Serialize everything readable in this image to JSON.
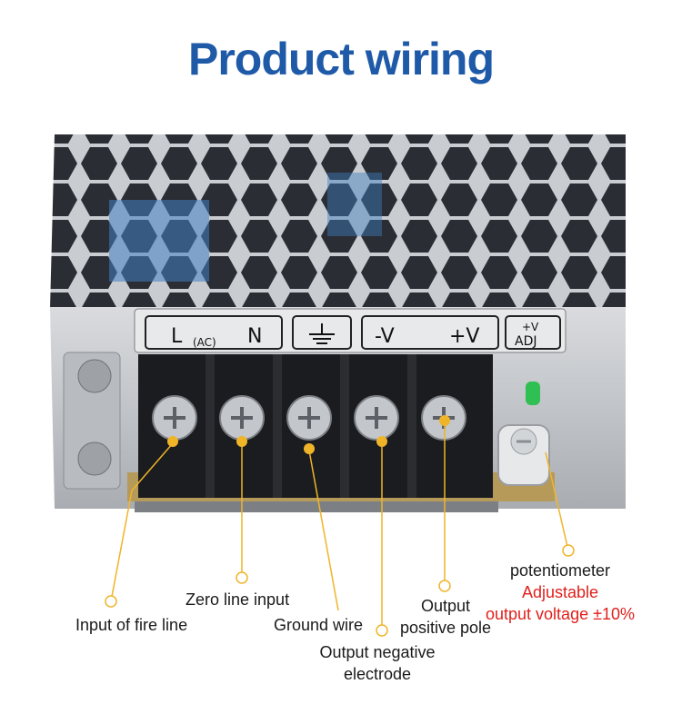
{
  "title": "Product wiring",
  "terminal_labels": {
    "l": "L",
    "ac": "(AC)",
    "n": "N",
    "minus_v": "-V",
    "plus_v": "+V",
    "plus_v_small": "+V",
    "adj": "ADJ"
  },
  "callouts": {
    "fire_line": "Input of fire line",
    "zero_line": "Zero line input",
    "ground": "Ground wire",
    "negative_1": "Output  negative",
    "negative_2": "electrode",
    "positive_1": "Output",
    "positive_2": "positive pole",
    "pot_1": "potentiometer",
    "pot_2": "Adjustable",
    "pot_3": "output voltage ±10%"
  },
  "colors": {
    "title": "#1f5aa8",
    "callout_line": "#f0b429",
    "accent_red": "#e0201c"
  }
}
